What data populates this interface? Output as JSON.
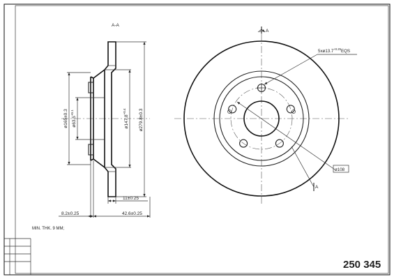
{
  "section_label": "A-A",
  "section_marker": "A",
  "side_view": {
    "dim_diameter_165": "ø165±0.3",
    "dim_diameter_63": "ø63.5",
    "dim_diameter_63_tol": "+0.1",
    "dim_diameter_147": "ø147.8",
    "dim_diameter_147_tol": "+0.4",
    "dim_diameter_279": "ø279.8±0.3",
    "dim_thickness": "11±0.25",
    "dim_offset_left": "8.2±0.25",
    "dim_height": "42.6±0.25"
  },
  "front_view": {
    "bolt_pattern": "5xø13.7",
    "bolt_pattern_tol": "+0.25",
    "bolt_pattern_suffix": "EQS",
    "bolt_circle": "ø108"
  },
  "notes": {
    "min_thickness": "MIN. THK. 9 MM;"
  },
  "part_number": "250 345"
}
